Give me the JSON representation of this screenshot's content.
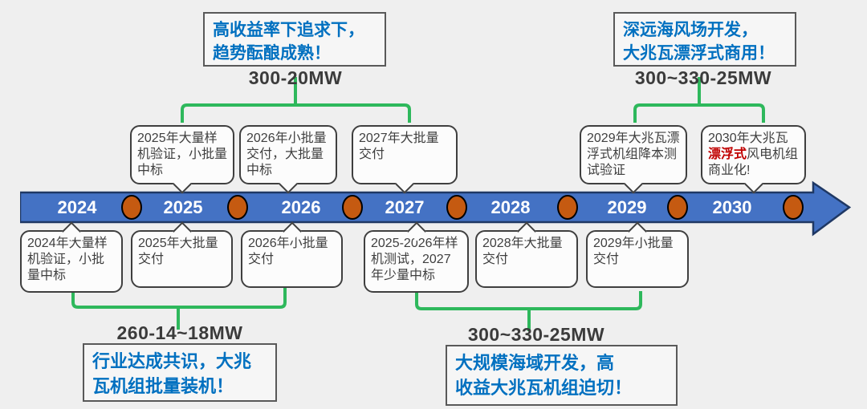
{
  "colors": {
    "background": "#EFEFEF",
    "timeline_fill": "#4472C4",
    "timeline_border": "#1F3864",
    "dot_fill": "#C55A11",
    "bracket_green": "#2EB85C",
    "banner_text_blue": "#0070C0",
    "highlight_red": "#C00000",
    "callout_text": "#3F3F3F"
  },
  "banners": {
    "top_left": {
      "line1": "高收益率下追求下，",
      "line2": "趋势酝酿成熟！"
    },
    "top_right": {
      "line1": "深远海风场开发，",
      "line2": "大兆瓦漂浮式商用！"
    },
    "bottom_left": {
      "line1": "行业达成共识，大兆",
      "line2": "瓦机组批量装机！"
    },
    "bottom_right": {
      "line1": "大规模海域开发，高",
      "line2": "收益大兆瓦机组迫切！"
    }
  },
  "mw_labels": {
    "top_left": "300-20MW",
    "top_right": "300~330-25MW",
    "bottom_left": "260-14~18MW",
    "bottom_right": "300~330-25MW"
  },
  "timeline": {
    "years": [
      "2024",
      "2025",
      "2026",
      "2027",
      "2028",
      "2029",
      "2030"
    ]
  },
  "callouts_above": [
    {
      "text": "2025年大量样机验证，小批量中标"
    },
    {
      "text": "2026年小批量交付，大批量中标"
    },
    {
      "text": "2027年大批量交付"
    },
    {
      "text": "2029年大兆瓦漂浮式机组降本测试验证"
    },
    {
      "pre": "2030年大兆瓦",
      "highlight": "漂浮式",
      "post": "风电机组商业化!"
    }
  ],
  "callouts_below": [
    {
      "text": "2024年大量样机验证，小批量中标"
    },
    {
      "text": "2025年大批量交付"
    },
    {
      "text": "2026年小批量交付"
    },
    {
      "text": "2025-2026年样机测试，2027年少量中标"
    },
    {
      "text": "2028年大批量交付"
    },
    {
      "text": "2029年小批量交付"
    }
  ]
}
